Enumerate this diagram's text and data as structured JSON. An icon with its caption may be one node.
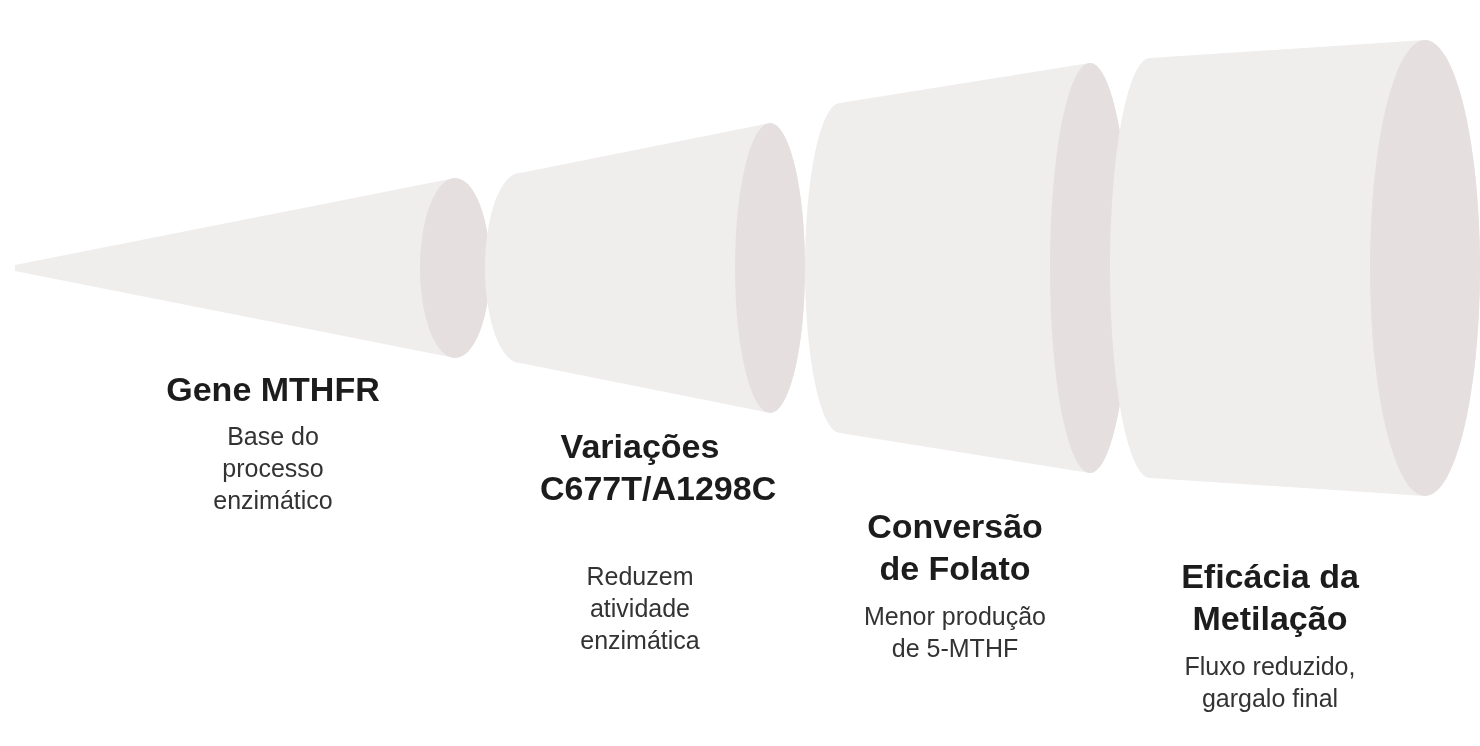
{
  "diagram": {
    "nodes": [
      {
        "text": [
          "Gene MTHFR",
          "Base do processo enzimático"
        ]
      },
      {
        "text": [
          "Variações C677T/A1298C",
          "Reduzem atividade enzimática"
        ]
      },
      {
        "text": [
          "Conversão de Folato",
          "Menor produção de 5-MTHF"
        ]
      },
      {
        "text": [
          "Eficácia da Metilação",
          "Fluxo reduzido, gargalo final"
        ]
      }
    ]
  }
}
